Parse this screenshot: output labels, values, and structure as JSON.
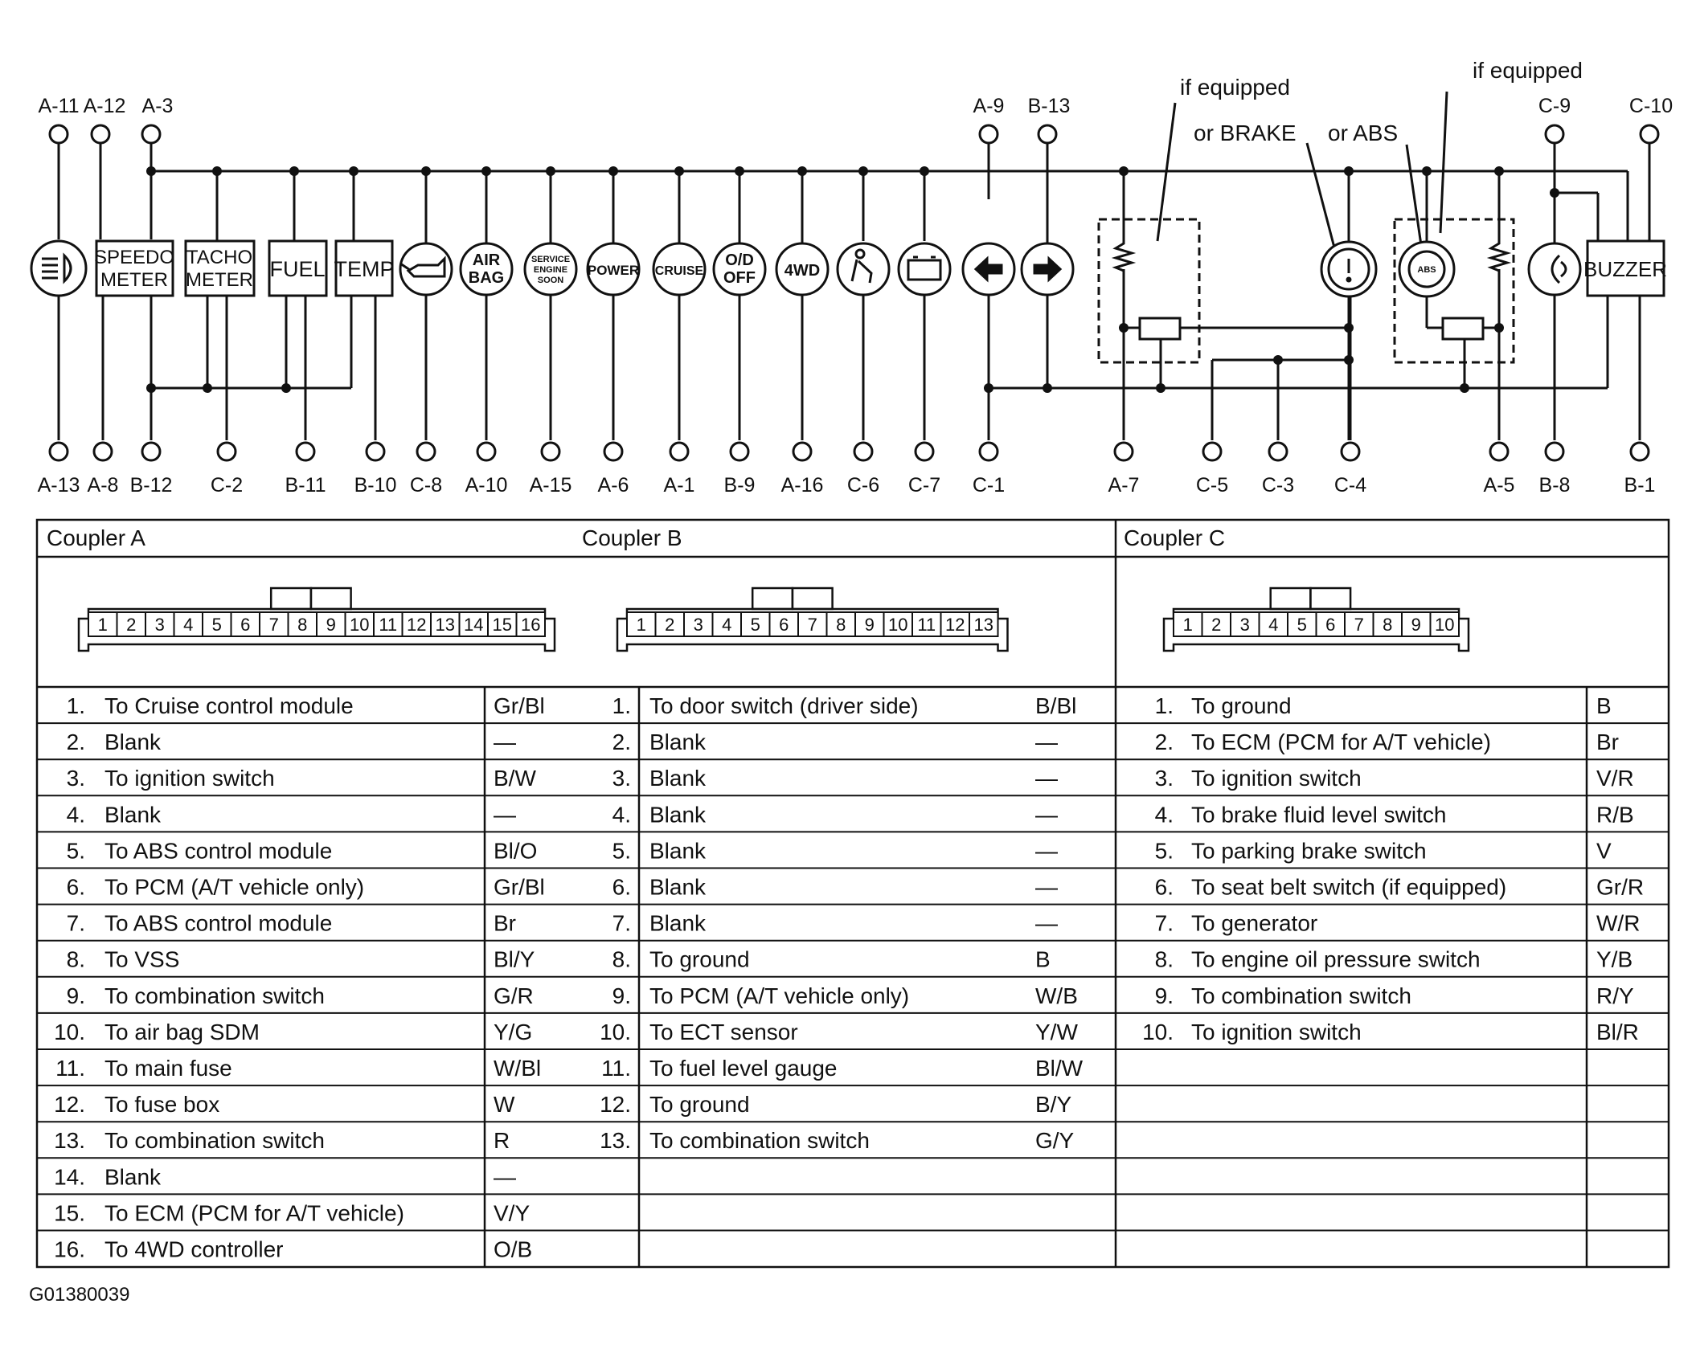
{
  "figure_id": "G01380039",
  "notes": {
    "if_equipped_1": "if equipped",
    "if_equipped_2": "if equipped",
    "or_brake": "or BRAKE",
    "or_abs": "or ABS"
  },
  "top_terminals": [
    "A-11",
    "A-12",
    "A-3",
    "A-9",
    "B-13",
    "C-9",
    "C-10"
  ],
  "bottom_terminals": [
    "A-13",
    "A-8",
    "B-12",
    "C-2",
    "B-11",
    "B-10",
    "C-8",
    "A-10",
    "A-15",
    "A-6",
    "A-1",
    "B-9",
    "A-16",
    "C-6",
    "C-7",
    "C-1",
    "A-7",
    "C-5",
    "C-3",
    "C-4",
    "A-5",
    "B-8",
    "B-1"
  ],
  "components": {
    "speedo_1": "SPEEDO",
    "speedo_2": "METER",
    "tacho_1": "TACHO",
    "tacho_2": "METER",
    "fuel": "FUEL",
    "temp": "TEMP",
    "airbag_1": "AIR",
    "airbag_2": "BAG",
    "service_1": "SERVICE",
    "service_2": "ENGINE",
    "service_3": "SOON",
    "power": "POWER",
    "cruise": "CRUISE",
    "od_1": "O/D",
    "od_2": "OFF",
    "fwd": "4WD",
    "abs": "ABS",
    "buzzer": "BUZZER"
  },
  "couplers": {
    "a_title": "Coupler A",
    "b_title": "Coupler B",
    "c_title": "Coupler C",
    "a_pins": [
      "1",
      "2",
      "3",
      "4",
      "5",
      "6",
      "7",
      "8",
      "9",
      "10",
      "11",
      "12",
      "13",
      "14",
      "15",
      "16"
    ],
    "b_pins": [
      "1",
      "2",
      "3",
      "4",
      "5",
      "6",
      "7",
      "8",
      "9",
      "10",
      "11",
      "12",
      "13"
    ],
    "c_pins": [
      "1",
      "2",
      "3",
      "4",
      "5",
      "6",
      "7",
      "8",
      "9",
      "10"
    ]
  },
  "coupler_a": [
    {
      "no": "1.",
      "desc": "To Cruise control module",
      "wire": "Gr/Bl"
    },
    {
      "no": "2.",
      "desc": "Blank",
      "wire": "—"
    },
    {
      "no": "3.",
      "desc": "To ignition switch",
      "wire": "B/W"
    },
    {
      "no": "4.",
      "desc": "Blank",
      "wire": "—"
    },
    {
      "no": "5.",
      "desc": "To ABS control module",
      "wire": "Bl/O"
    },
    {
      "no": "6.",
      "desc": "To PCM (A/T vehicle only)",
      "wire": "Gr/Bl"
    },
    {
      "no": "7.",
      "desc": "To ABS control module",
      "wire": "Br"
    },
    {
      "no": "8.",
      "desc": "To VSS",
      "wire": "Bl/Y"
    },
    {
      "no": "9.",
      "desc": "To combination switch",
      "wire": "G/R"
    },
    {
      "no": "10.",
      "desc": "To air bag SDM",
      "wire": "Y/G"
    },
    {
      "no": "11.",
      "desc": "To main fuse",
      "wire": "W/Bl"
    },
    {
      "no": "12.",
      "desc": "To fuse box",
      "wire": "W"
    },
    {
      "no": "13.",
      "desc": "To combination switch",
      "wire": "R"
    },
    {
      "no": "14.",
      "desc": "Blank",
      "wire": "—"
    },
    {
      "no": "15.",
      "desc": "To ECM (PCM for A/T vehicle)",
      "wire": "V/Y"
    },
    {
      "no": "16.",
      "desc": "To 4WD controller",
      "wire": "O/B"
    }
  ],
  "coupler_b": [
    {
      "no": "1.",
      "desc": "To door switch (driver side)",
      "wire": "B/Bl"
    },
    {
      "no": "2.",
      "desc": "Blank",
      "wire": "—"
    },
    {
      "no": "3.",
      "desc": "Blank",
      "wire": "—"
    },
    {
      "no": "4.",
      "desc": "Blank",
      "wire": "—"
    },
    {
      "no": "5.",
      "desc": "Blank",
      "wire": "—"
    },
    {
      "no": "6.",
      "desc": "Blank",
      "wire": "—"
    },
    {
      "no": "7.",
      "desc": "Blank",
      "wire": "—"
    },
    {
      "no": "8.",
      "desc": "To ground",
      "wire": "B"
    },
    {
      "no": "9.",
      "desc": "To PCM (A/T vehicle only)",
      "wire": "W/B"
    },
    {
      "no": "10.",
      "desc": "To ECT sensor",
      "wire": "Y/W"
    },
    {
      "no": "11.",
      "desc": "To fuel level gauge",
      "wire": "Bl/W"
    },
    {
      "no": "12.",
      "desc": "To ground",
      "wire": "B/Y"
    },
    {
      "no": "13.",
      "desc": "To combination switch",
      "wire": "G/Y"
    }
  ],
  "coupler_c": [
    {
      "no": "1.",
      "desc": "To ground",
      "wire": "B"
    },
    {
      "no": "2.",
      "desc": "To ECM (PCM for A/T vehicle)",
      "wire": "Br"
    },
    {
      "no": "3.",
      "desc": "To ignition switch",
      "wire": "V/R"
    },
    {
      "no": "4.",
      "desc": "To brake fluid level switch",
      "wire": "R/B"
    },
    {
      "no": "5.",
      "desc": "To parking brake switch",
      "wire": "V"
    },
    {
      "no": "6.",
      "desc": "To seat belt switch (if equipped)",
      "wire": "Gr/R"
    },
    {
      "no": "7.",
      "desc": "To generator",
      "wire": "W/R"
    },
    {
      "no": "8.",
      "desc": "To engine oil pressure switch",
      "wire": "Y/B"
    },
    {
      "no": "9.",
      "desc": "To combination switch",
      "wire": "R/Y"
    },
    {
      "no": "10.",
      "desc": "To ignition switch",
      "wire": "Bl/R"
    }
  ]
}
